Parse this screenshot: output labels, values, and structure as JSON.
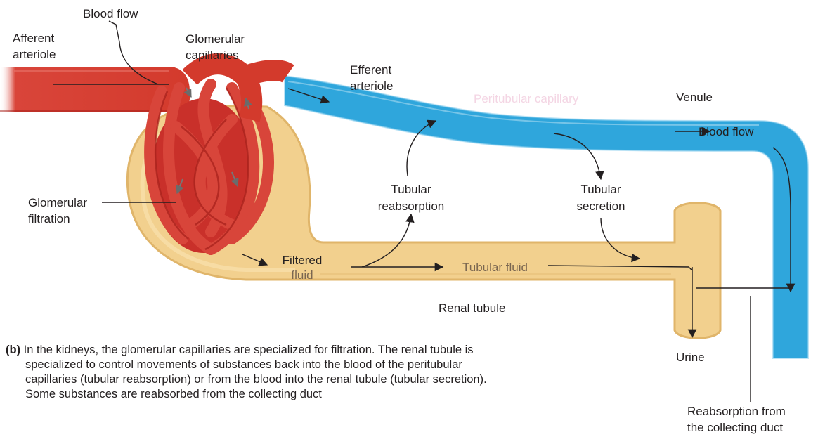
{
  "labels": {
    "blood_flow_top": "Blood flow",
    "afferent_l1": "Afferent",
    "afferent_l2": "arteriole",
    "glom_cap_l1": "Glomerular",
    "glom_cap_l2": "capillaries",
    "efferent_l1": "Efferent",
    "efferent_l2": "arteriole",
    "peritubular": "Peritubular capillary",
    "venule": "Venule",
    "blood_flow_right": "Blood flow",
    "glom_filt_l1": "Glomerular",
    "glom_filt_l2": "filtration",
    "tub_reab_l1": "Tubular",
    "tub_reab_l2": "reabsorption",
    "tub_sec_l1": "Tubular",
    "tub_sec_l2": "secretion",
    "filtered_l1": "Filtered",
    "filtered_l2": "fluid",
    "tubular_fluid": "Tubular fluid",
    "renal_tubule": "Renal tubule",
    "urine": "Urine",
    "reab_cd_l1": "Reabsorption from",
    "reab_cd_l2": "the collecting duct"
  },
  "caption": {
    "prefix": "(b)",
    "line1": "In the kidneys, the glomerular capillaries are specialized for filtration. The renal tubule is",
    "line2": "specialized to control movements of substances back into the blood of the peritubular",
    "line3": "capillaries (tubular reabsorption) or from the blood into the renal tubule (tubular secretion).",
    "line4": "Some substances are reabsorbed from the collecting duct"
  },
  "colors": {
    "artery_red": "#d6392e",
    "artery_dark": "#a51f1a",
    "purple": "#c2366e",
    "vein_blue": "#2ea6dc",
    "tubule_tan": "#f2d08e",
    "tubule_edge": "#e0b56a"
  }
}
